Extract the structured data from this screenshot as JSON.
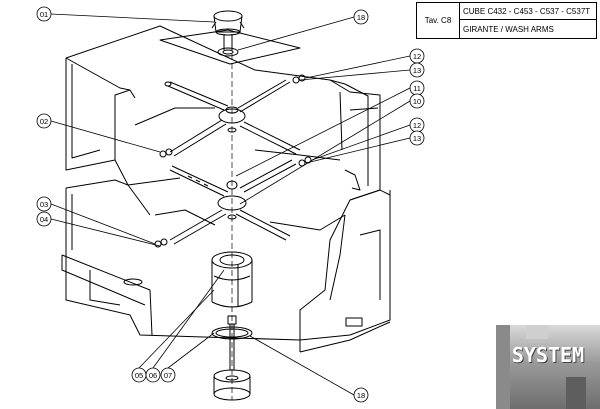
{
  "title_block": {
    "table": "Tav. C8",
    "models": "CUBE C432 - C453 - C537 - C537T",
    "description": "GIRANTE / WASH ARMS"
  },
  "callouts": [
    {
      "id": "01",
      "label": "01"
    },
    {
      "id": "18a",
      "label": "18"
    },
    {
      "id": "12a",
      "label": "12"
    },
    {
      "id": "13a",
      "label": "13"
    },
    {
      "id": "02",
      "label": "02"
    },
    {
      "id": "11",
      "label": "11"
    },
    {
      "id": "10",
      "label": "10"
    },
    {
      "id": "12b",
      "label": "12"
    },
    {
      "id": "13b",
      "label": "13"
    },
    {
      "id": "03",
      "label": "03"
    },
    {
      "id": "04",
      "label": "04"
    },
    {
      "id": "05",
      "label": "05"
    },
    {
      "id": "06",
      "label": "06"
    },
    {
      "id": "07",
      "label": "07"
    },
    {
      "id": "18b",
      "label": "18"
    }
  ],
  "logo": {
    "text": "SYSTEM"
  },
  "colors": {
    "line": "#000000",
    "background": "#ffffff",
    "logo_gray": "#9a9a9a"
  }
}
